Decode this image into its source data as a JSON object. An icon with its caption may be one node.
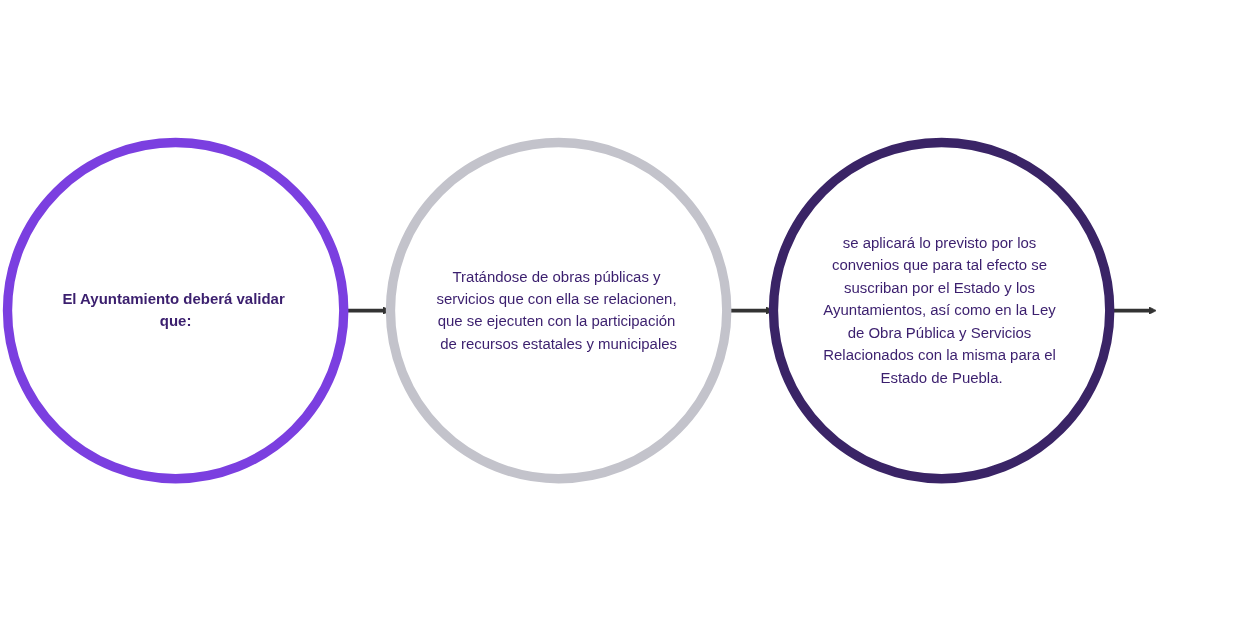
{
  "diagram": {
    "nodes": [
      {
        "text": [
          "El Ayuntamiento deberá validar que:"
        ]
      },
      {
        "text": [
          "Tratándose de obras públicas y servicios que con ella se relacionen, que se ejecuten con la participación de recursos estatales y municipales"
        ]
      },
      {
        "text": [
          "se aplicará lo previsto por los convenios que para tal efecto se suscriban por el Estado y los Ayuntamientos, así como en la Ley de Obra Pública y Servicios Relacionados con la misma para el Estado de Puebla."
        ]
      }
    ],
    "edges": [
      {
        "from": 0,
        "to": 1,
        "arrow": "to"
      },
      {
        "from": 1,
        "to": 2,
        "arrow": "to"
      },
      {
        "from": 2,
        "to": null,
        "arrow": "to"
      }
    ]
  }
}
